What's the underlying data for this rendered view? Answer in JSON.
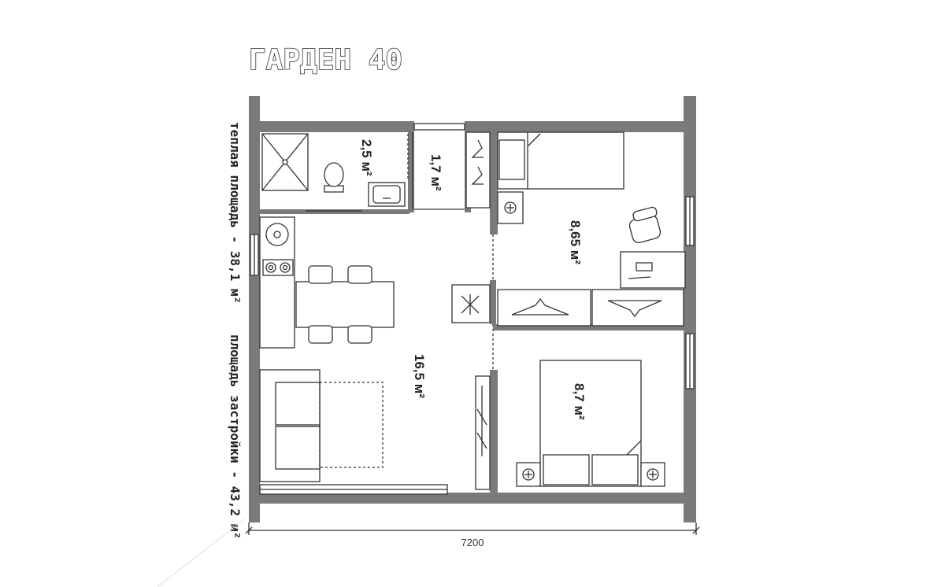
{
  "title": "ГАРДЕН 40",
  "side_labels": {
    "warm_area": "теплая площадь - 38,1 м²",
    "built_area": "площадь застройки - 43,2 м²"
  },
  "rooms": [
    {
      "id": "bathroom",
      "area": "2,5 м²"
    },
    {
      "id": "hall",
      "area": "1,7 м²"
    },
    {
      "id": "bedroom_small",
      "area": "8,65 м²"
    },
    {
      "id": "living_kitchen",
      "area": "16,5 м²"
    },
    {
      "id": "bedroom_large",
      "area": "8,7 м²"
    }
  ],
  "dimension": {
    "width_label": "7200"
  },
  "colors": {
    "wall": "#7a7a7a",
    "line": "#333333",
    "background": "#ffffff"
  }
}
